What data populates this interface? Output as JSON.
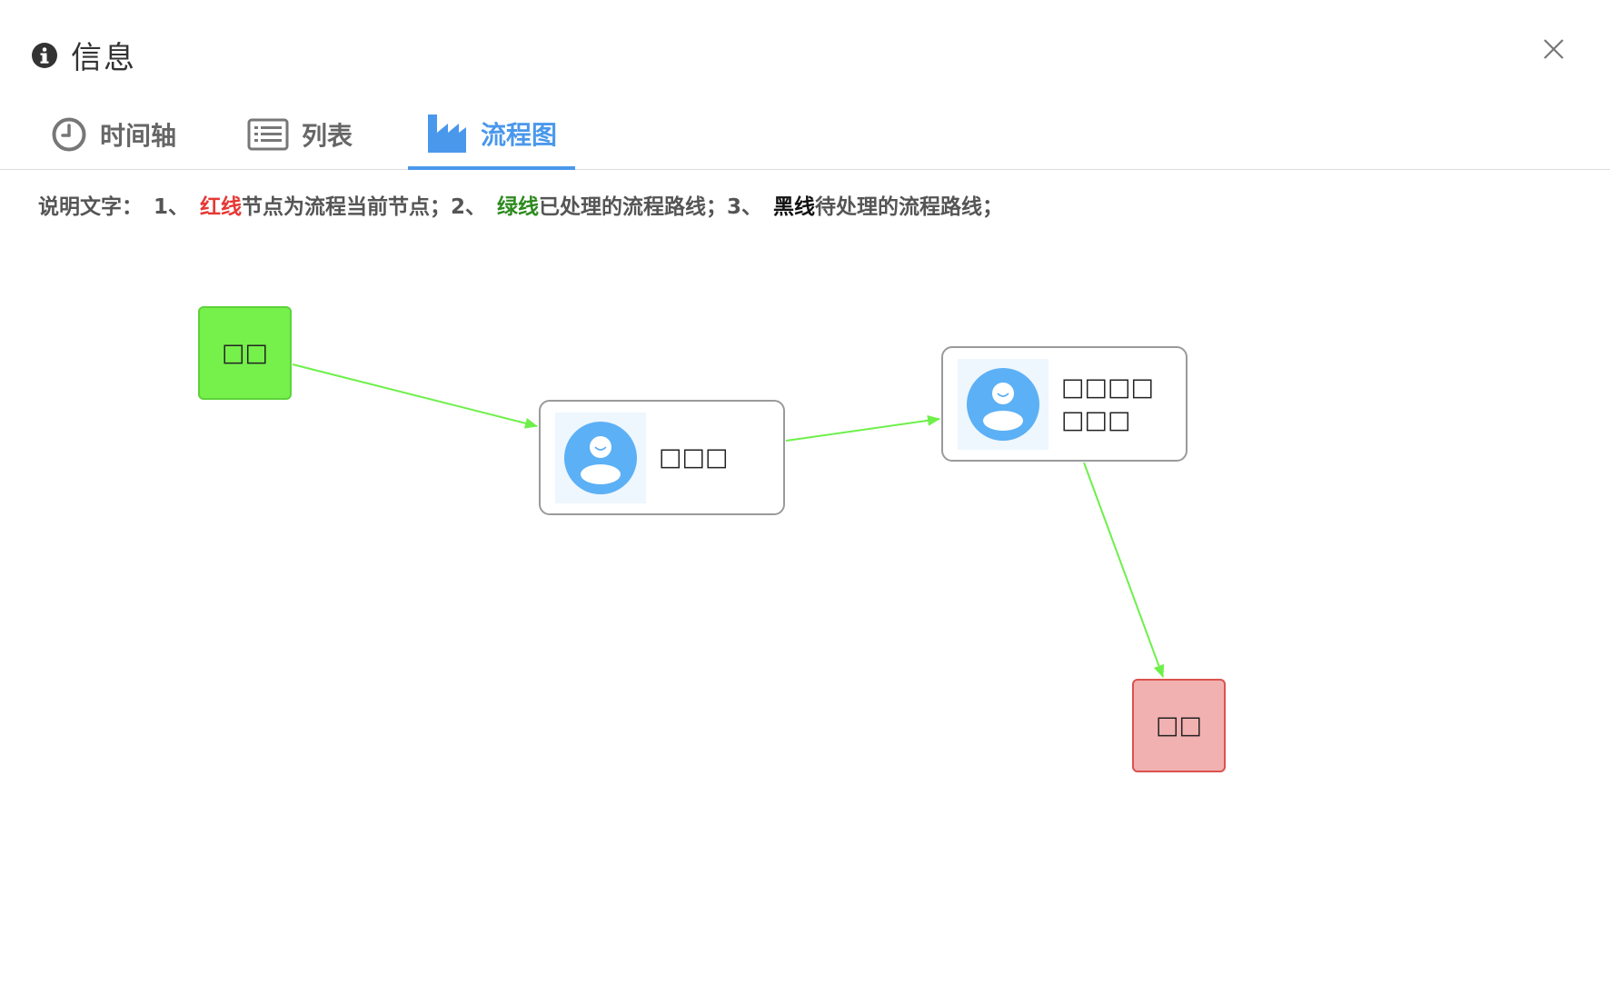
{
  "dialog": {
    "title": "信息",
    "icons": {
      "info": "info-circle-icon",
      "close": "close-icon"
    }
  },
  "tabs": [
    {
      "label": "时间轴",
      "icon": "clock-icon",
      "active": false
    },
    {
      "label": "列表",
      "icon": "list-icon",
      "active": false
    },
    {
      "label": "流程图",
      "icon": "flowchart-icon",
      "active": true
    }
  ],
  "legend": {
    "prefix": "说明文字：",
    "item1_num": "1、",
    "item1_colored": "红线",
    "item1_text": "节点为流程当前节点；",
    "item2_num": "2、",
    "item2_colored": "绿线",
    "item2_text": "已处理的流程路线；",
    "item3_num": "3、",
    "item3_colored": "黑线",
    "item3_text": "待处理的流程路线；"
  },
  "flow": {
    "nodes": {
      "start": {
        "label": "□□",
        "type": "start"
      },
      "task1": {
        "label": "□□□",
        "type": "user-task"
      },
      "task2": {
        "label_line1": "□□□□",
        "label_line2": "□□□",
        "type": "user-task"
      },
      "end": {
        "label": "□□",
        "type": "end"
      }
    },
    "edge_status": "processed"
  },
  "colors": {
    "accent": "#4a98ec",
    "start_fill": "#76f04b",
    "end_fill": "#f2b1b1",
    "end_border": "#d9534f",
    "processed_line": "#6df04a",
    "current_line": "#e53935",
    "pending_line": "#111111",
    "avatar": "#5cb0f5"
  }
}
